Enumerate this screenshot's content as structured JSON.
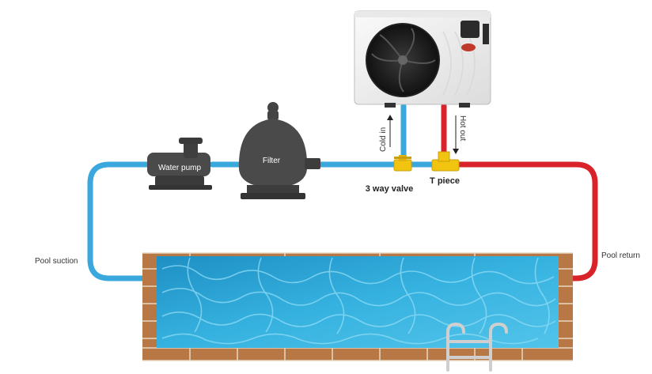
{
  "labels": {
    "water_pump": "Water pump",
    "filter": "Filter",
    "cold_in": "Cold in",
    "hot_out": "Hot out",
    "three_way_valve": "3 way valve",
    "t_piece": "T piece",
    "pool_suction": "Pool suction",
    "pool_return": "Pool return"
  },
  "colors": {
    "cold_pipe": "#3aa7dd",
    "hot_pipe": "#d8232a",
    "brick": "#b87845",
    "water": "#2ea6d6",
    "fittings": "#f1c40f",
    "equipment": "#4a4a4a",
    "heat_pump_body": "#f4f4f4"
  }
}
